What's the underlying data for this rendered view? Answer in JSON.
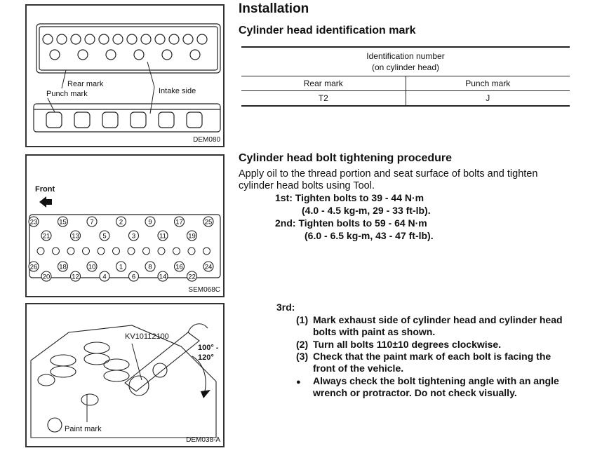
{
  "figures": {
    "fig1": {
      "code": "DEM080",
      "rear_mark": "Rear mark",
      "punch_mark": "Punch mark",
      "intake_side": "Intake side"
    },
    "fig2": {
      "code": "SEM068C",
      "front": "Front",
      "bolts_row1": [
        "23",
        "15",
        "7",
        "2",
        "9",
        "17",
        "25"
      ],
      "bolts_row2": [
        "21",
        "13",
        "5",
        "3",
        "11",
        "19"
      ],
      "bolts_row3": [
        "26",
        "18",
        "10",
        "1",
        "8",
        "16",
        "24"
      ],
      "bolts_row4": [
        "20",
        "12",
        "4",
        "6",
        "14",
        "22"
      ]
    },
    "fig3": {
      "code": "DEM038-A",
      "tool": "KV10112100",
      "angle_line1": "100° -",
      "angle_line2": "120°",
      "paint_mark": "Paint mark"
    }
  },
  "installation": {
    "title": "Installation",
    "id_mark_heading": "Cylinder head identification mark",
    "table": {
      "header_line1": "Identification number",
      "header_line2": "(on cylinder head)",
      "columns": [
        "Rear mark",
        "Punch mark"
      ],
      "row": [
        "T2",
        "J"
      ]
    },
    "bolt_heading": "Cylinder head bolt tightening procedure",
    "intro": "Apply oil to the thread portion and seat surface of bolts and tighten cylinder head bolts using Tool.",
    "step1_a": "1st:  Tighten bolts to 39 - 44 N·m",
    "step1_b": "(4.0 - 4.5 kg-m, 29 - 33 ft-lb).",
    "step2_a": "2nd:  Tighten bolts to 59 - 64 N·m",
    "step2_b": "(6.0 - 6.5 kg-m, 43 - 47 ft-lb).",
    "step3": "3rd:",
    "sub1_num": "(1)",
    "sub1": "Mark exhaust side of cylinder head and cylinder head bolts with paint as shown.",
    "sub2_num": "(2)",
    "sub2": "Turn all bolts 110±10 degrees clockwise.",
    "sub3_num": "(3)",
    "sub3": "Check that the paint mark of each bolt is facing the front of the vehicle.",
    "bullet": "●",
    "note": "Always check the bolt tightening angle with an angle wrench or protractor. Do not check visually."
  }
}
